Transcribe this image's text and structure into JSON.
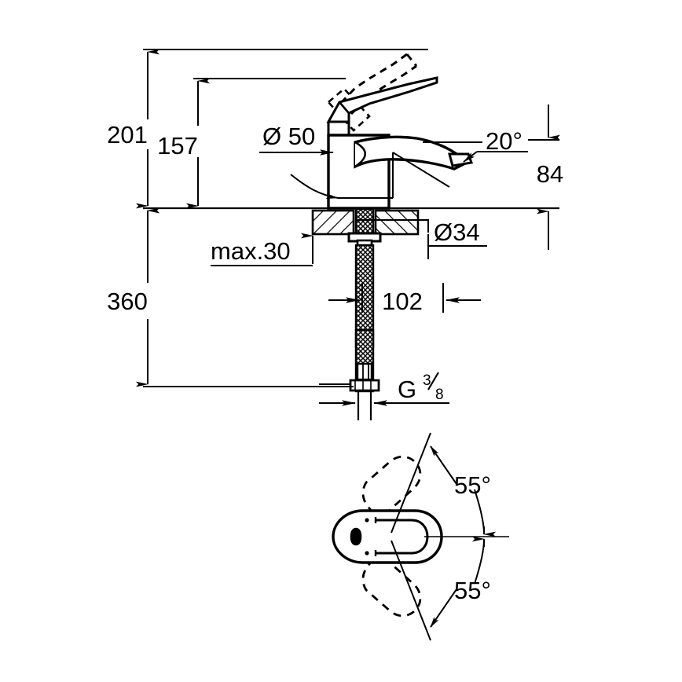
{
  "drawing": {
    "title": "Single-lever basin mixer dimensional drawing",
    "type": "technical-dimension-drawing",
    "units": "mm",
    "line_color": "#000000",
    "background_color": "#ffffff",
    "views": [
      {
        "name": "front-elevation",
        "description": "Faucet front elevation with section through deck mounting"
      },
      {
        "name": "top-plan",
        "description": "Plan view of handle swivel range"
      }
    ]
  },
  "dimensions": {
    "overall_height": "201",
    "spout_height": "157",
    "supply_hose_length": "360",
    "projection": "84",
    "spout_reach": "102",
    "max_deck_thickness": "max.30",
    "body_diameter": "Ø 50",
    "mounting_hole_diameter": "Ø34",
    "spout_angle": "20°",
    "thread_size_g": "G",
    "thread_size_num": "3",
    "thread_size_den": "8",
    "swivel_angle_upper": "55°",
    "swivel_angle_lower": "55°"
  }
}
